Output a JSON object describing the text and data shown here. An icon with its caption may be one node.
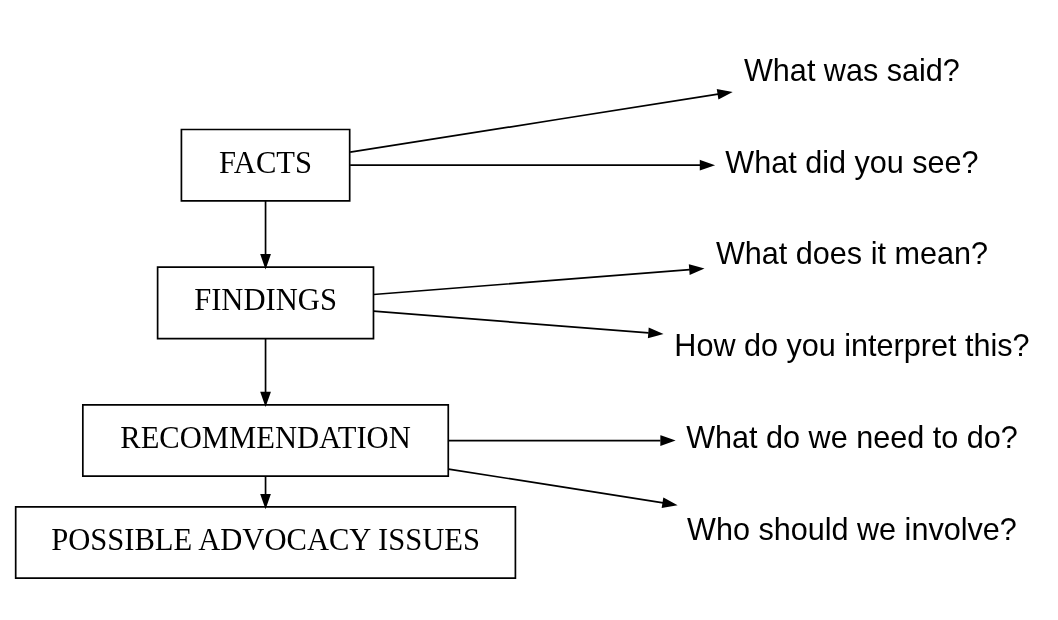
{
  "diagram": {
    "nodes": [
      {
        "text": [
          "FACTS"
        ]
      },
      {
        "text": [
          "What was said?"
        ]
      },
      {
        "text": [
          "What did you see?"
        ]
      },
      {
        "text": [
          "FINDINGS"
        ]
      },
      {
        "text": [
          "What does it mean?"
        ]
      },
      {
        "text": [
          "How do you interpret this?"
        ]
      },
      {
        "text": [
          "RECOMMENDATION"
        ]
      },
      {
        "text": [
          "What do we need to do?"
        ]
      },
      {
        "text": [
          "Who should we involve?"
        ]
      },
      {
        "text": [
          "POSSIBLE ADVOCACY ISSUES"
        ]
      }
    ],
    "edges": [
      {
        "from": 0,
        "to": 1,
        "arrow": "to"
      },
      {
        "from": 0,
        "to": 2,
        "arrow": "to"
      },
      {
        "from": 0,
        "to": 3,
        "arrow": "to"
      },
      {
        "from": 3,
        "to": 4,
        "arrow": "to"
      },
      {
        "from": 3,
        "to": 5,
        "arrow": "to"
      },
      {
        "from": 3,
        "to": 6,
        "arrow": "to"
      },
      {
        "from": 6,
        "to": 7,
        "arrow": "to"
      },
      {
        "from": 6,
        "to": 8,
        "arrow": "to"
      },
      {
        "from": 6,
        "to": 9,
        "arrow": "to"
      }
    ]
  }
}
